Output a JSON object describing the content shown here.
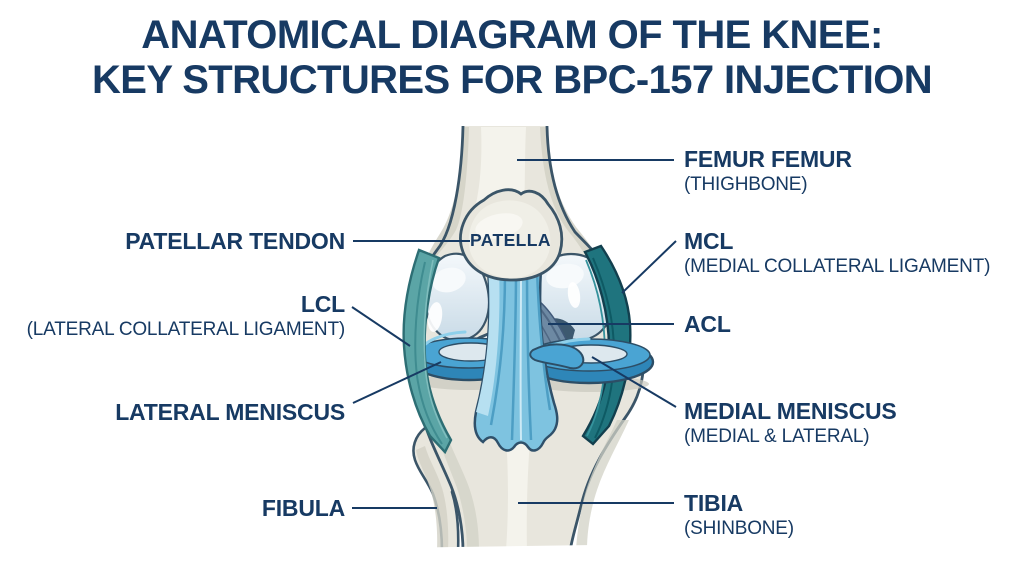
{
  "title": {
    "line1": "ANATOMICAL DIAGRAM OF THE KNEE:",
    "line2": "KEY STRUCTURES FOR BPC-157 INJECTION"
  },
  "diagram": {
    "patella": "PATELLA"
  },
  "labels": {
    "left": [
      {
        "main": "PATELLAR TENDON"
      },
      {
        "main": "LCL",
        "sub": "(LATERAL COLLATERAL LIGAMENT)"
      },
      {
        "main": "LATERAL MENISCUS"
      },
      {
        "main": "FIBULA"
      }
    ],
    "right": [
      {
        "main": "FEMUR FEMUR",
        "sub": "(THIGHBONE)"
      },
      {
        "main": "MCL",
        "sub": "(MEDIAL COLLATERAL LIGAMENT)"
      },
      {
        "main": "ACL"
      },
      {
        "main": "MEDIAL MENISCUS",
        "sub": "(MEDIAL & LATERAL)"
      },
      {
        "main": "TIBIA",
        "sub": "(SHINBONE)"
      }
    ]
  },
  "colors": {
    "navy": "#173a63",
    "outline": "#3b5568",
    "bone": "#e8e6dd",
    "bone-light": "#f4f3ec",
    "bone-shade": "#d2d1c6",
    "teal-light": "#5ba5a6",
    "teal-dark": "#1f747e",
    "meniscus-blue": "#4aa4d3",
    "meniscus-rim": "#2e86b8",
    "tendon-blue": "#7ec3e0",
    "acl-slate": "#6d89a3"
  }
}
